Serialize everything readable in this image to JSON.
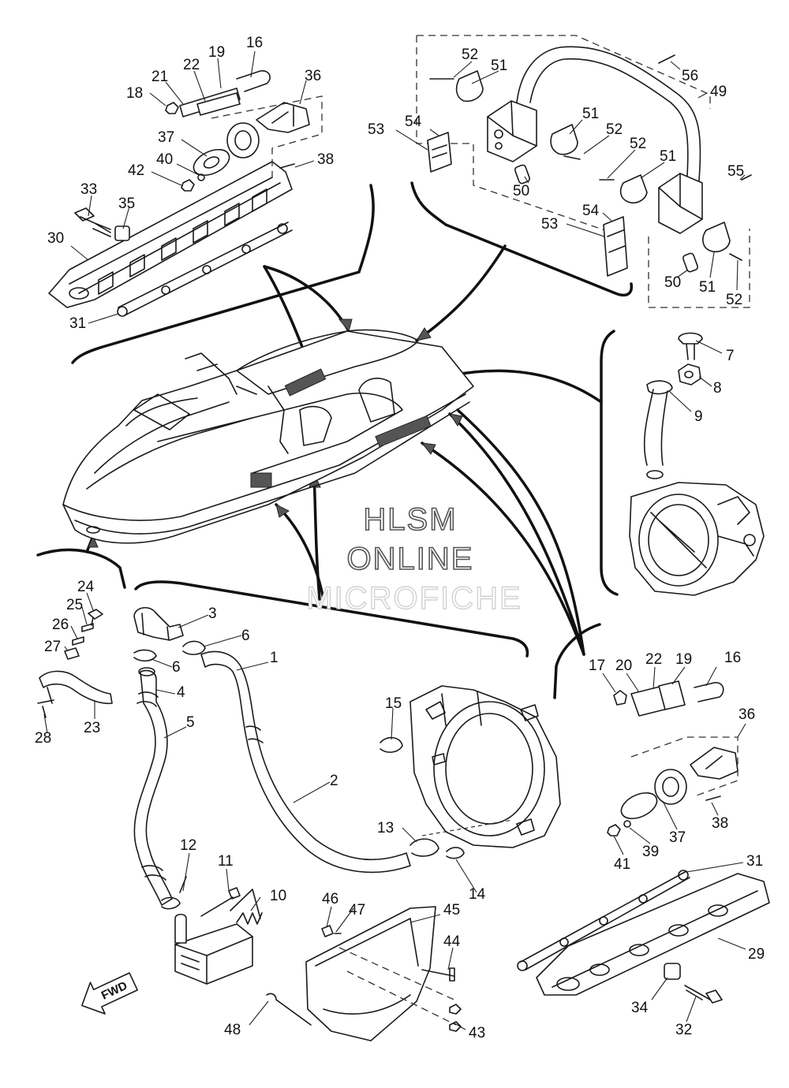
{
  "watermark": {
    "line1": "HLSM",
    "line2": "ONLINE",
    "line3": "MICROFICHE"
  },
  "direction_arrow": {
    "label": "FWD"
  },
  "callouts": [
    {
      "id": "c16a",
      "text": "16"
    },
    {
      "id": "c19a",
      "text": "19"
    },
    {
      "id": "c22a",
      "text": "22"
    },
    {
      "id": "c21",
      "text": "21"
    },
    {
      "id": "c18",
      "text": "18"
    },
    {
      "id": "c36a",
      "text": "36"
    },
    {
      "id": "c37a",
      "text": "37"
    },
    {
      "id": "c40",
      "text": "40"
    },
    {
      "id": "c42",
      "text": "42"
    },
    {
      "id": "c38a",
      "text": "38"
    },
    {
      "id": "c33",
      "text": "33"
    },
    {
      "id": "c35",
      "text": "35"
    },
    {
      "id": "c30",
      "text": "30"
    },
    {
      "id": "c31a",
      "text": "31"
    },
    {
      "id": "c52a",
      "text": "52"
    },
    {
      "id": "c51a",
      "text": "51"
    },
    {
      "id": "c56",
      "text": "56"
    },
    {
      "id": "c49",
      "text": "49"
    },
    {
      "id": "c53a",
      "text": "53"
    },
    {
      "id": "c54a",
      "text": "54"
    },
    {
      "id": "c51b",
      "text": "51"
    },
    {
      "id": "c52b",
      "text": "52"
    },
    {
      "id": "c52c",
      "text": "52"
    },
    {
      "id": "c51c",
      "text": "51"
    },
    {
      "id": "c50a",
      "text": "50"
    },
    {
      "id": "c55",
      "text": "55"
    },
    {
      "id": "c53b",
      "text": "53"
    },
    {
      "id": "c54b",
      "text": "54"
    },
    {
      "id": "c50b",
      "text": "50"
    },
    {
      "id": "c51d",
      "text": "51"
    },
    {
      "id": "c52d",
      "text": "52"
    },
    {
      "id": "c7",
      "text": "7"
    },
    {
      "id": "c8",
      "text": "8"
    },
    {
      "id": "c9",
      "text": "9"
    },
    {
      "id": "c24",
      "text": "24"
    },
    {
      "id": "c25",
      "text": "25"
    },
    {
      "id": "c26",
      "text": "26"
    },
    {
      "id": "c27",
      "text": "27"
    },
    {
      "id": "c23",
      "text": "23"
    },
    {
      "id": "c28",
      "text": "28"
    },
    {
      "id": "c3",
      "text": "3"
    },
    {
      "id": "c6a",
      "text": "6"
    },
    {
      "id": "c6b",
      "text": "6"
    },
    {
      "id": "c1",
      "text": "1"
    },
    {
      "id": "c4",
      "text": "4"
    },
    {
      "id": "c5",
      "text": "5"
    },
    {
      "id": "c2",
      "text": "2"
    },
    {
      "id": "c15",
      "text": "15"
    },
    {
      "id": "c13",
      "text": "13"
    },
    {
      "id": "c14",
      "text": "14"
    },
    {
      "id": "c12",
      "text": "12"
    },
    {
      "id": "c11",
      "text": "11"
    },
    {
      "id": "c10",
      "text": "10"
    },
    {
      "id": "c46",
      "text": "46"
    },
    {
      "id": "c47",
      "text": "47"
    },
    {
      "id": "c45",
      "text": "45"
    },
    {
      "id": "c44",
      "text": "44"
    },
    {
      "id": "c43",
      "text": "43"
    },
    {
      "id": "c48",
      "text": "48"
    },
    {
      "id": "c17",
      "text": "17"
    },
    {
      "id": "c20",
      "text": "20"
    },
    {
      "id": "c22b",
      "text": "22"
    },
    {
      "id": "c19b",
      "text": "19"
    },
    {
      "id": "c16b",
      "text": "16"
    },
    {
      "id": "c36b",
      "text": "36"
    },
    {
      "id": "c38b",
      "text": "38"
    },
    {
      "id": "c37b",
      "text": "37"
    },
    {
      "id": "c39",
      "text": "39"
    },
    {
      "id": "c41",
      "text": "41"
    },
    {
      "id": "c31b",
      "text": "31"
    },
    {
      "id": "c29",
      "text": "29"
    },
    {
      "id": "c34",
      "text": "34"
    },
    {
      "id": "c32",
      "text": "32"
    }
  ]
}
